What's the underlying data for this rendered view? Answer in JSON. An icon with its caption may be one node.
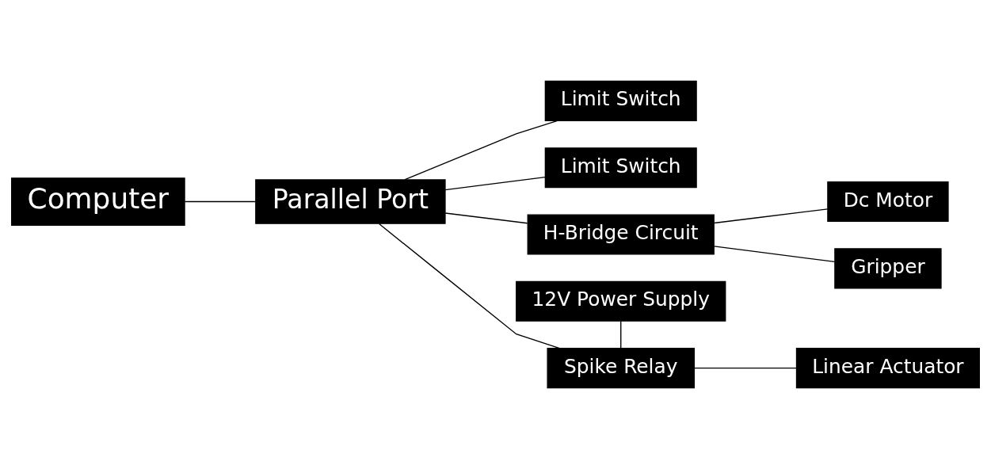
{
  "diagram": {
    "nodes": [
      {
        "text": [
          "Computer"
        ]
      },
      {
        "text": [
          "Parallel Port"
        ]
      },
      {
        "text": [
          "12V Power Supply"
        ]
      },
      {
        "text": [
          "Spike Relay"
        ]
      },
      {
        "text": [
          "Linear Actuator"
        ]
      },
      {
        "text": [
          "H-Bridge Circuit"
        ]
      },
      {
        "text": [
          "Gripper"
        ]
      },
      {
        "text": [
          "Dc Motor"
        ]
      },
      {
        "text": [
          "Limit Switch"
        ]
      },
      {
        "text": [
          "Limit Switch"
        ]
      }
    ],
    "edges": [
      {
        "from": 0,
        "to": 1,
        "arrow": "none"
      },
      {
        "from": 1,
        "to": 3,
        "arrow": "none"
      },
      {
        "from": 1,
        "to": 5,
        "arrow": "none"
      },
      {
        "from": 1,
        "to": 8,
        "arrow": "none"
      },
      {
        "from": 1,
        "to": 9,
        "arrow": "none"
      },
      {
        "from": 2,
        "to": 3,
        "arrow": "none"
      },
      {
        "from": 3,
        "to": 4,
        "arrow": "none"
      },
      {
        "from": 5,
        "to": 6,
        "arrow": "none"
      },
      {
        "from": 5,
        "to": 7,
        "arrow": "none"
      }
    ]
  }
}
